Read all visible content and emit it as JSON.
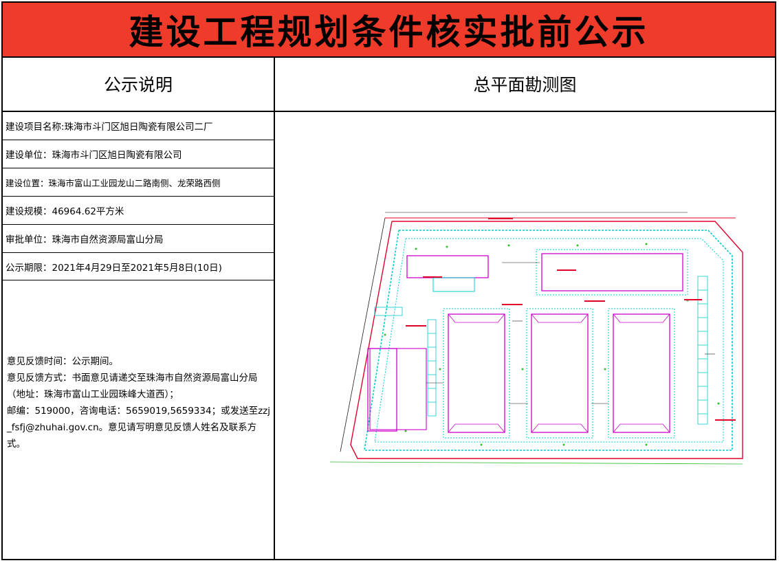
{
  "banner": {
    "title": "建设工程规划条件核实批前公示"
  },
  "left": {
    "heading": "公示说明",
    "rows": [
      "建设项目名称:珠海市斗门区旭日陶瓷有限公司二厂",
      "建设单位：珠海市斗门区旭日陶瓷有限公司",
      "建设位置：珠海市富山工业园龙山二路南侧、龙荣路西侧",
      "建设规模：46964.62平方米",
      "审批单位：珠海市自然资源局富山分局",
      "公示期限：2021年4月29日至2021年5月8日(10日)"
    ],
    "feedback": [
      "意见反馈时间：公示期间。",
      "意见反馈方式：书面意见请递交至珠海市自然资源局富山分局（地址：珠海市富山工业园珠峰大道西）；",
      "邮编：519000，咨询电话：5659019,5659334；或发送至zzj_fsfj@zhuhai.gov.cn。意见请写明意见反馈人姓名及联系方式。"
    ]
  },
  "right": {
    "heading": "总平面勘测图"
  },
  "colors": {
    "banner": "#ef3b2a",
    "building_outline": "#cc00cc",
    "road_edge": "#00cccc",
    "boundary": "#e0002a",
    "dimension": "#1a1a1a",
    "vegetation": "#2fbf2f"
  }
}
